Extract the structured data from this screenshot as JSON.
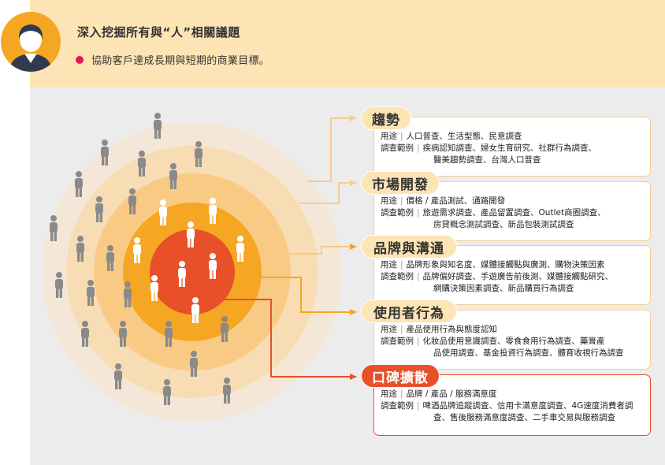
{
  "header": {
    "title": "深入挖掘所有與“人”相關議題",
    "subtitle": "協助客戶達成長期與短期的商業目標。"
  },
  "colors": {
    "header_bg": "#fde4b4",
    "main_bg": "#ececec",
    "accent_red": "#e8502a",
    "bullet": "#e6194e",
    "card_border": "#f6cd8f",
    "person_white": "#ffffff",
    "person_grey": "#8a8a8a"
  },
  "categories": [
    {
      "name": "趨勢",
      "usage_label": "用途",
      "usage": "人口普查、生活型態、民意調查",
      "examples_label": "調查範例",
      "examples_1": "疾病認知調查、婦女生育研究、社群行為調查、",
      "examples_2": "醫美趨勢調查、台灣人口普查",
      "highlight": false
    },
    {
      "name": "市場開發",
      "usage_label": "用途",
      "usage": "價格 / 產品測試、通路開發",
      "examples_label": "調查範例",
      "examples_1": "旅遊需求調查、產品留置調查、Outlet商圈調查、",
      "examples_2": "房貸概念測試調查、新品包裝測試調查",
      "highlight": false
    },
    {
      "name": "品牌與溝通",
      "usage_label": "用途",
      "usage": "品牌形象與知名度、媒體接觸點與廣測、購物決策因素",
      "examples_label": "調查範例",
      "examples_1": "品牌偏好調查、手遊廣告前後測、媒體接觸點研究、",
      "examples_2": "網購決策因素調查、新品購買行為調查",
      "highlight": false
    },
    {
      "name": "使用者行為",
      "usage_label": "用途",
      "usage": "產品使用行為與態度認知",
      "examples_label": "調查範例",
      "examples_1": "化妝品使用意識調查、零食食用行為調查、藥膏產",
      "examples_2": "品使用調查、基金投資行為調查、體育收視行為調查",
      "highlight": false
    },
    {
      "name": "口碑擴散",
      "usage_label": "用途",
      "usage": "品牌 / 產品 / 服務滿意度",
      "examples_label": "調查範例",
      "examples_1": "啤酒品牌追蹤調查、信用卡滿意度調查、4G速度消費者調",
      "examples_2": "查、售後服務滿意度調查、二手車交易與服務調查",
      "highlight": true
    }
  ]
}
